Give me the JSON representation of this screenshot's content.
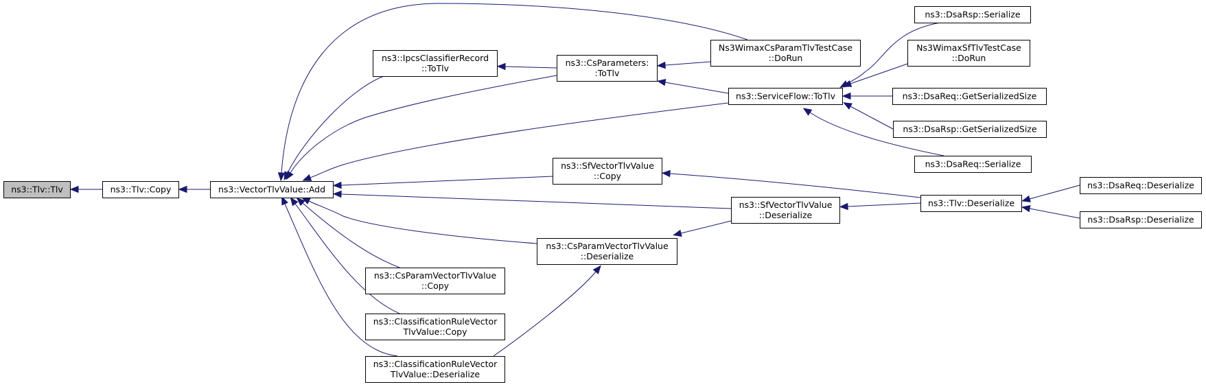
{
  "colors": {
    "edge": "#191970",
    "node_border": "#000000",
    "root_fill": "#bfbfbf",
    "node_fill": "#ffffff"
  },
  "nodes": [
    {
      "id": "tlv",
      "lines": [
        "ns3::Tlv::Tlv"
      ],
      "highlighted": true
    },
    {
      "id": "copy",
      "lines": [
        "ns3::Tlv::Copy"
      ]
    },
    {
      "id": "add",
      "lines": [
        "ns3::VectorTlvValue::Add"
      ]
    },
    {
      "id": "ipcs",
      "lines": [
        "ns3::IpcsClassifierRecord",
        "::ToTlv"
      ]
    },
    {
      "id": "csparams",
      "lines": [
        "ns3::CsParameters:",
        ":ToTlv"
      ]
    },
    {
      "id": "wimaxcs",
      "lines": [
        "Ns3WimaxCsParamTlvTestCase",
        "::DoRun"
      ]
    },
    {
      "id": "sftotlv",
      "lines": [
        "ns3::ServiceFlow::ToTlv"
      ]
    },
    {
      "id": "dsarspser",
      "lines": [
        "ns3::DsaRsp::Serialize"
      ]
    },
    {
      "id": "wimaxsf",
      "lines": [
        "Ns3WimaxSfTlvTestCase",
        "::DoRun"
      ]
    },
    {
      "id": "dsareqsize",
      "lines": [
        "ns3::DsaReq::GetSerializedSize"
      ]
    },
    {
      "id": "dsarspsize",
      "lines": [
        "ns3::DsaRsp::GetSerializedSize"
      ]
    },
    {
      "id": "dsareqser",
      "lines": [
        "ns3::DsaReq::Serialize"
      ]
    },
    {
      "id": "sfvcopy",
      "lines": [
        "ns3::SfVectorTlvValue",
        "::Copy"
      ]
    },
    {
      "id": "sfvdeser",
      "lines": [
        "ns3::SfVectorTlvValue",
        "::Deserialize"
      ]
    },
    {
      "id": "tlvdeser",
      "lines": [
        "ns3::Tlv::Deserialize"
      ]
    },
    {
      "id": "dsareqdeser",
      "lines": [
        "ns3::DsaReq::Deserialize"
      ]
    },
    {
      "id": "dsarspdeser",
      "lines": [
        "ns3::DsaRsp::Deserialize"
      ]
    },
    {
      "id": "cspvdeser",
      "lines": [
        "ns3::CsParamVectorTlvValue",
        "::Deserialize"
      ]
    },
    {
      "id": "cspvcopy",
      "lines": [
        "ns3::CsParamVectorTlvValue",
        "::Copy"
      ]
    },
    {
      "id": "crvcopy",
      "lines": [
        "ns3::ClassificationRuleVector",
        "TlvValue::Copy"
      ]
    },
    {
      "id": "crvdeser",
      "lines": [
        "ns3::ClassificationRuleVector",
        "TlvValue::Deserialize"
      ]
    }
  ],
  "edges": [
    {
      "from": "copy",
      "to": "tlv"
    },
    {
      "from": "add",
      "to": "copy"
    },
    {
      "from": "ipcs",
      "to": "add"
    },
    {
      "from": "csparams",
      "to": "add"
    },
    {
      "from": "wimaxcs",
      "to": "add"
    },
    {
      "from": "sftotlv",
      "to": "add"
    },
    {
      "from": "sfvcopy",
      "to": "add"
    },
    {
      "from": "sfvdeser",
      "to": "add"
    },
    {
      "from": "cspvdeser",
      "to": "add"
    },
    {
      "from": "cspvcopy",
      "to": "add"
    },
    {
      "from": "crvcopy",
      "to": "add"
    },
    {
      "from": "crvdeser",
      "to": "add"
    },
    {
      "from": "csparams",
      "to": "ipcs"
    },
    {
      "from": "wimaxcs",
      "to": "csparams"
    },
    {
      "from": "sftotlv",
      "to": "csparams"
    },
    {
      "from": "dsarspser",
      "to": "sftotlv"
    },
    {
      "from": "wimaxsf",
      "to": "sftotlv"
    },
    {
      "from": "dsareqsize",
      "to": "sftotlv"
    },
    {
      "from": "dsarspsize",
      "to": "sftotlv"
    },
    {
      "from": "dsareqser",
      "to": "sftotlv"
    },
    {
      "from": "tlvdeser",
      "to": "sfvcopy"
    },
    {
      "from": "tlvdeser",
      "to": "sfvdeser"
    },
    {
      "from": "dsareqdeser",
      "to": "tlvdeser"
    },
    {
      "from": "dsarspdeser",
      "to": "tlvdeser"
    },
    {
      "from": "sfvdeser",
      "to": "cspvdeser"
    },
    {
      "from": "crvdeser",
      "to": "cspvdeser"
    }
  ]
}
